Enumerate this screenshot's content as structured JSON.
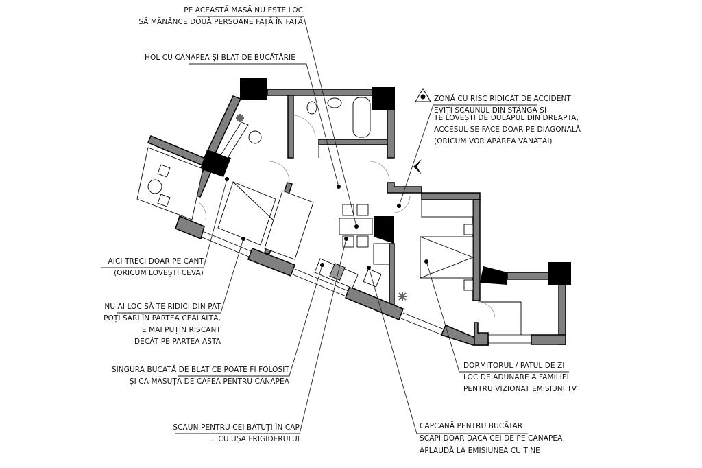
{
  "annotations": {
    "table": {
      "lines": [
        "PE ACEASTĂ MASĂ NU ESTE LOC",
        "SĂ MĂNÂNCE DOUĂ PERSOANE FAȚĂ ÎN FAȚĂ"
      ]
    },
    "hall": {
      "lines": [
        "HOL CU CANAPEA ȘI BLAT DE BUCĂTĂRIE"
      ]
    },
    "risk": {
      "icon": "warning-triangle-icon",
      "lines": [
        "ZONĂ CU RISC RIDICAT DE ACCIDENT",
        "EVIȚI SCAUNUL DIN STÂNGA ȘI",
        "TE LOVEȘTI DE DULAPUL DIN DREAPTA,",
        "ACCESUL SE FACE DOAR PE DIAGONALĂ",
        "(ORICUM VOR APĂREA VÂNĂTĂI)"
      ]
    },
    "passage": {
      "lines": [
        "AICI TRECI DOAR PE CANT",
        "(ORICUM LOVEȘTI CEVA)"
      ]
    },
    "bed": {
      "lines": [
        "NU AI LOC SĂ TE RIDICI DIN PAT",
        "POȚI SĂRI ÎN PARTEA CEALALTĂ,",
        "E MAI PUȚIN RISCANT",
        "DECÂT PE PARTEA ASTA"
      ]
    },
    "counter": {
      "lines": [
        "SINGURA BUCATĂ DE BLAT CE POATE FI FOLOSIT",
        "ȘI CA MĂSUȚĂ DE CAFEA PENTRU CANAPEA"
      ]
    },
    "chair": {
      "lines": [
        "SCAUN PENTRU CEI BĂTUȚI ÎN  CAP",
        "... CU UȘA FRIGIDERULUI"
      ]
    },
    "bedroom": {
      "lines": [
        "DORMITORUL / PATUL DE ZI",
        "LOC DE ADUNARE A FAMILIEI",
        "PENTRU VIZIONAT EMISIUNI TV"
      ]
    },
    "trap": {
      "lines": [
        "CAPCANĂ PENTRU BUCĂTAR",
        "SCAPI DOAR DACĂ CEI DE PE CANAPEA",
        "APLAUDĂ LA EMISIUNEA CU TINE"
      ]
    }
  },
  "colors": {
    "wall": "#808080",
    "column": "#000000",
    "line": "#222222"
  }
}
